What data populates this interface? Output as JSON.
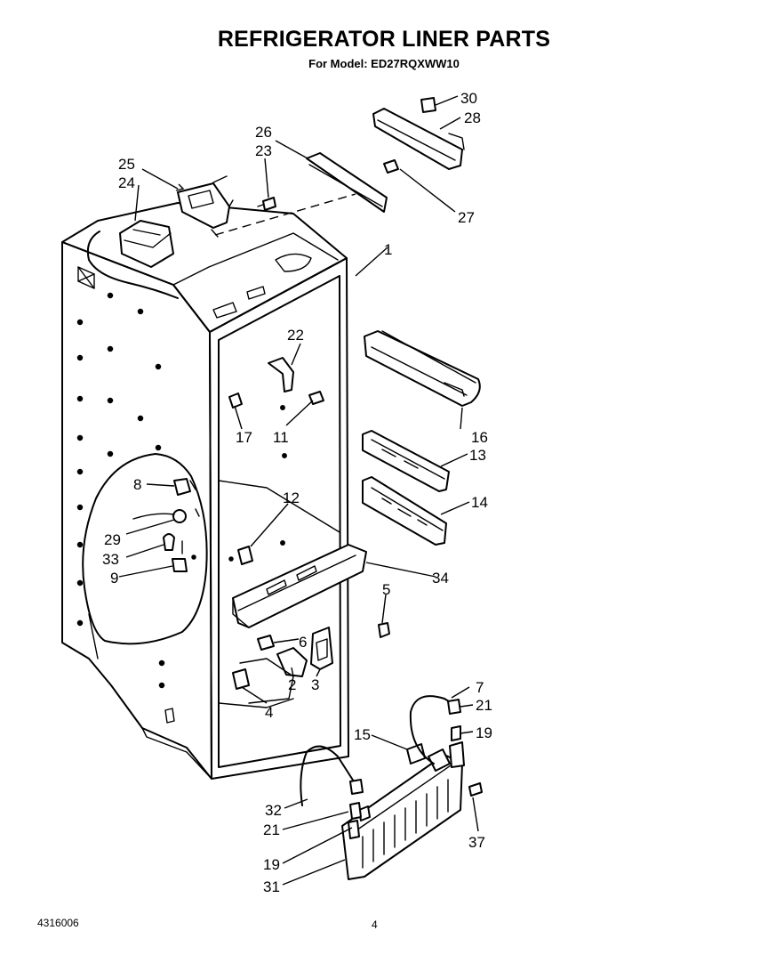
{
  "header": {
    "title": "REFRIGERATOR LINER PARTS",
    "subtitle": "For Model: ED27RQXWW10"
  },
  "footer": {
    "doc_number": "4316006",
    "page_number": "4"
  },
  "callouts": {
    "p1": "1",
    "p2": "2",
    "p3": "3",
    "p4": "4",
    "p5": "5",
    "p6": "6",
    "p7": "7",
    "p8": "8",
    "p9": "9",
    "p11": "11",
    "p12": "12",
    "p13": "13",
    "p14": "14",
    "p15": "15",
    "p16": "16",
    "p17": "17",
    "p19a": "19",
    "p19b": "19",
    "p21a": "21",
    "p21b": "21",
    "p22": "22",
    "p23": "23",
    "p24": "24",
    "p25": "25",
    "p26": "26",
    "p27": "27",
    "p28": "28",
    "p29": "29",
    "p30": "30",
    "p31": "31",
    "p32": "32",
    "p33": "33",
    "p34": "34",
    "p37": "37"
  }
}
